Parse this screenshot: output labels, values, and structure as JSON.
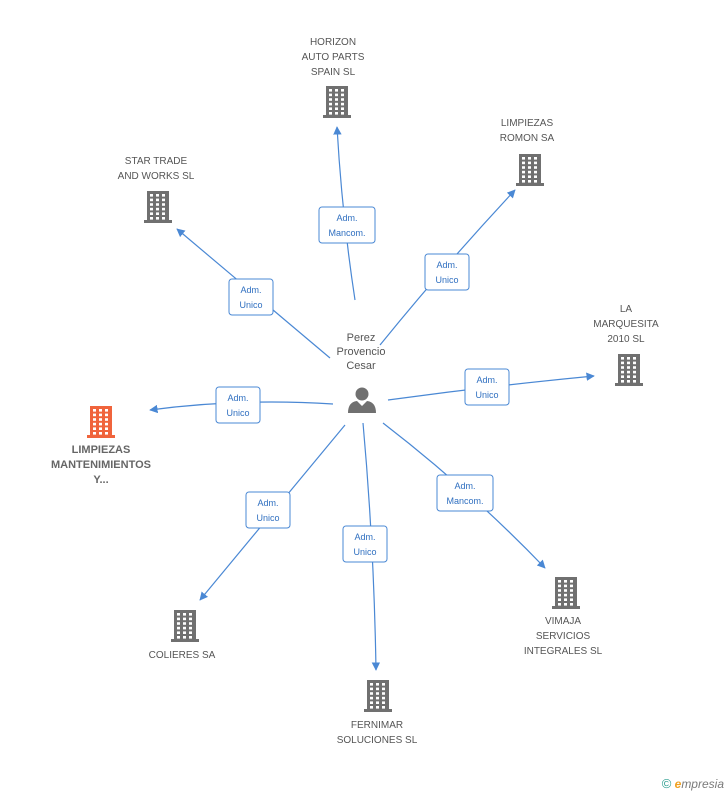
{
  "center": {
    "name_lines": [
      "Perez",
      "Provencio",
      "Cesar"
    ],
    "icon": "person-icon"
  },
  "nodes": [
    {
      "id": "horizon",
      "label_lines": [
        "HORIZON",
        "AUTO PARTS",
        "SPAIN  SL"
      ],
      "icon": "building-icon",
      "color": "#707070",
      "edge_label": [
        "Adm.",
        "Mancom."
      ]
    },
    {
      "id": "limpiezas-romon",
      "label_lines": [
        "LIMPIEZAS",
        "ROMON SA"
      ],
      "icon": "building-icon",
      "color": "#707070",
      "edge_label": [
        "Adm.",
        "Unico"
      ]
    },
    {
      "id": "star-trade",
      "label_lines": [
        "STAR TRADE",
        "AND WORKS  SL"
      ],
      "icon": "building-icon",
      "color": "#707070",
      "edge_label": [
        "Adm.",
        "Unico"
      ]
    },
    {
      "id": "la-marquesita",
      "label_lines": [
        "LA",
        "MARQUESITA",
        "2010 SL"
      ],
      "icon": "building-icon",
      "color": "#707070",
      "edge_label": [
        "Adm.",
        "Unico"
      ]
    },
    {
      "id": "limpiezas-mant",
      "label_lines": [
        "LIMPIEZAS",
        "MANTENIMIENTOS",
        "Y..."
      ],
      "icon": "building-icon",
      "color": "#f0643c",
      "highlight": true,
      "edge_label": [
        "Adm.",
        "Unico"
      ]
    },
    {
      "id": "vimaja",
      "label_lines": [
        "VIMAJA",
        "SERVICIOS",
        "INTEGRALES SL"
      ],
      "icon": "building-icon",
      "color": "#707070",
      "edge_label": [
        "Adm.",
        "Mancom."
      ]
    },
    {
      "id": "colieres",
      "label_lines": [
        "COLIERES SA"
      ],
      "icon": "building-icon",
      "color": "#707070",
      "edge_label": [
        "Adm.",
        "Unico"
      ]
    },
    {
      "id": "fernimar",
      "label_lines": [
        "FERNIMAR",
        "SOLUCIONES SL"
      ],
      "icon": "building-icon",
      "color": "#707070",
      "edge_label": [
        "Adm.",
        "Unico"
      ]
    }
  ],
  "footer": {
    "copyright": "©",
    "brand_e": "e",
    "brand_rest": "mpresia"
  },
  "colors": {
    "edge": "#4a88d4",
    "node": "#707070",
    "highlight": "#f0643c"
  }
}
